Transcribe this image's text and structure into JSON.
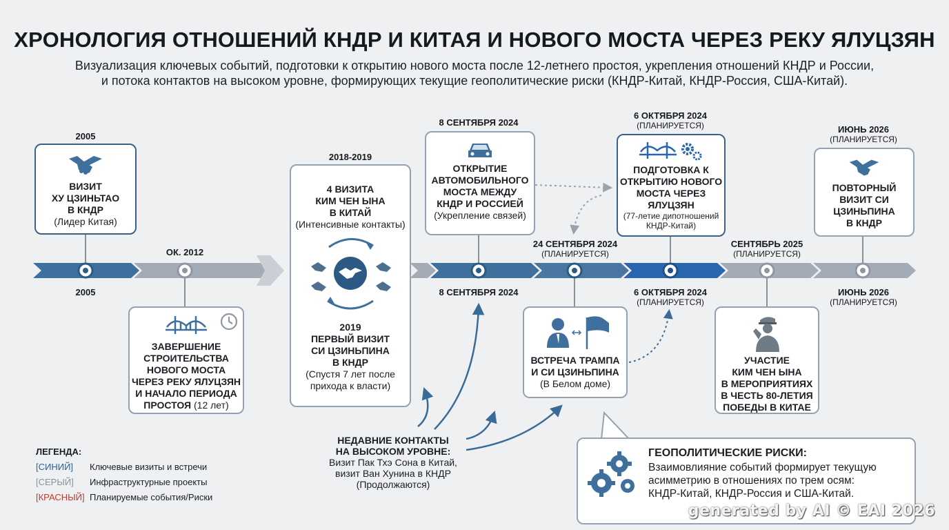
{
  "title": "ХРОНОЛОГИЯ ОТНОШЕНИЙ КНДР И КИТАЯ И НОВОГО МОСТА ЧЕРЕЗ РЕКУ ЯЛУЦЗЯН",
  "subtitle_line1": "Визуализация ключевых событий, подготовки к открытию нового моста после 12-летнего простоя, укрепления отношений КНДР и России,",
  "subtitle_line2": "и потока контактов на высоком уровне, формирующих текущие геополитические риски (КНДР-Китай, КНДР-Россия, США-Китай).",
  "events": {
    "e2005": {
      "date_top": "2005",
      "date_bottom": "2005",
      "l1": "ВИЗИТ",
      "l2": "ХУ ЦЗИНЬТАО",
      "l3": "В КНДР",
      "note": "(Лидер Китая)"
    },
    "e2012": {
      "date": "ОК. 2012",
      "l1": "ЗАВЕРШЕНИЕ",
      "l2": "СТРОИТЕЛЬСТВА",
      "l3": "НОВОГО МОСТА",
      "l4": "ЧЕРЕЗ РЕКУ ЯЛУЦЗЯН",
      "l5": "И НАЧАЛО ПЕРИОДА",
      "l6": "ПРОСТОЯ",
      "note": "(12 лет)"
    },
    "e2018": {
      "date": "2018-2019",
      "l1": "4 ВИЗИТА",
      "l2": "КИМ ЧЕН ЫНА",
      "l3": "В КИТАЙ",
      "note": "(Интенсивные контакты)",
      "d2": "2019",
      "m1": "ПЕРВЫЙ ВИЗИТ",
      "m2": "СИ ЦЗИНЬПИНА",
      "m3": "В КНДР",
      "note2a": "(Спустя 7 лет после",
      "note2b": "прихода к власти)"
    },
    "e2024a": {
      "date_top": "8 СЕНТЯБРЯ 2024",
      "date_bottom": "8 СЕНТЯБРЯ 2024",
      "l1": "ОТКРЫТИЕ",
      "l2": "АВТОМОБИЛЬНОГО",
      "l3": "МОСТА МЕЖДУ",
      "l4": "КНДР И РОССИЕЙ",
      "note": "(Укрепление связей)"
    },
    "e2024b": {
      "date": "24 СЕНТЯБРЯ 2024",
      "status": "(ПЛАНИРУЕТСЯ)",
      "l1": "ВСТРЕЧА ТРАМПА",
      "l2": "И СИ ЦЗИНЬПИНА",
      "note": "(В Белом доме)"
    },
    "e2024c": {
      "date_top": "6 ОКТЯБРЯ 2024",
      "status_top": "(ПЛАНИРУЕТСЯ)",
      "date_bottom": "6 ОКТЯБРЯ 2024",
      "status_bottom": "(ПЛАНИРУЕТСЯ)",
      "l1": "ПОДГОТОВКА К",
      "l2": "ОТКРЫТИЮ НОВОГО",
      "l3": "МОСТА ЧЕРЕЗ",
      "l4": "ЯЛУЦЗЯН",
      "note1": "(77-летие дипотношений",
      "note2": "КНДР-Китай)"
    },
    "e2025": {
      "date": "СЕНТЯБРЬ 2025",
      "status": "(ПЛАНИРУЕТСЯ)",
      "l1": "УЧАСТИЕ",
      "l2": "КИМ ЧЕН ЫНА",
      "l3": "В МЕРОПРИЯТИЯХ",
      "l4": "В ЧЕСТЬ 80-ЛЕТИЯ",
      "l5": "ПОБЕДЫ В КИТАЕ"
    },
    "e2026": {
      "date_top": "ИЮНЬ 2026",
      "status_top": "(ПЛАНИРУЕТСЯ)",
      "date_bottom": "ИЮНЬ 2026",
      "status_bottom": "(ПЛАНИРУЕТСЯ)",
      "l1": "ПОВТОРНЫЙ",
      "l2": "ВИЗИТ СИ",
      "l3": "ЦЗИНЬПИНА",
      "l4": "В КНДР"
    }
  },
  "contacts": {
    "h1": "НЕДАВНИЕ КОНТАКТЫ",
    "h2": "НА ВЫСОКОМ УРОВНЕ:",
    "b1": "Визит Пак Тхэ Сона в Китай,",
    "b2": "визит Ван Хунина в КНДР",
    "b3": "(Продолжаются)"
  },
  "legend": {
    "title": "ЛЕГЕНДА:",
    "items": [
      {
        "key": "[СИНИЙ]",
        "label": "Ключевые визиты и встречи",
        "color": "#2f5f8f"
      },
      {
        "key": "[СЕРЫЙ]",
        "label": "Инфраструктурные проекты",
        "color": "#8a939c"
      },
      {
        "key": "[КРАСНЫЙ]",
        "label": "Планируемые события/Риски",
        "color": "#c0392b"
      }
    ]
  },
  "risk": {
    "title": "ГЕОПОЛИТИЧЕСКИЕ РИСКИ:",
    "l1": "Взаимовлияние событий формирует текущую",
    "l2": "асимметрию в отношениях по трем осям:",
    "l3": "КНДР-Китай, КНДР-Россия и США-Китай."
  },
  "watermark": "generated by AI © EAI 2026",
  "colors": {
    "blue": "#3a6a96",
    "dark_blue": "#2c5a85",
    "grey": "#9aa3ad",
    "card_border": "#93a1b1"
  }
}
